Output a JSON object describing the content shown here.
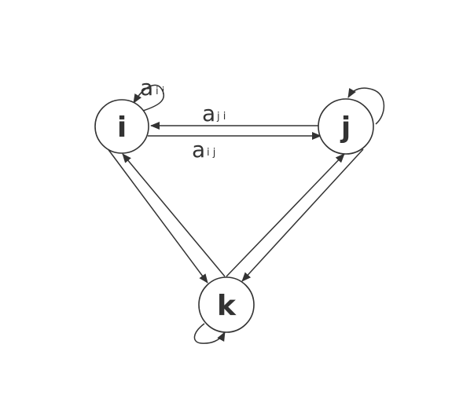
{
  "diagram": {
    "nodes": [
      {
        "id": "i",
        "label": "i"
      },
      {
        "id": "j",
        "label": "j"
      },
      {
        "id": "k",
        "label": "k"
      }
    ],
    "edges": [
      {
        "from": "i",
        "to": "i",
        "label": "a",
        "subscript": "i i"
      },
      {
        "from": "j",
        "to": "i",
        "label": "a",
        "subscript": "j i"
      },
      {
        "from": "i",
        "to": "j",
        "label": "a",
        "subscript": "i j"
      },
      {
        "from": "j",
        "to": "j",
        "label": "",
        "subscript": ""
      },
      {
        "from": "k",
        "to": "k",
        "label": "",
        "subscript": ""
      },
      {
        "from": "i",
        "to": "k",
        "label": "",
        "subscript": ""
      },
      {
        "from": "k",
        "to": "i",
        "label": "",
        "subscript": ""
      },
      {
        "from": "k",
        "to": "j",
        "label": "",
        "subscript": ""
      },
      {
        "from": "j",
        "to": "k",
        "label": "",
        "subscript": ""
      }
    ],
    "colors": {
      "stroke": "#333333",
      "background": "#ffffff"
    }
  }
}
